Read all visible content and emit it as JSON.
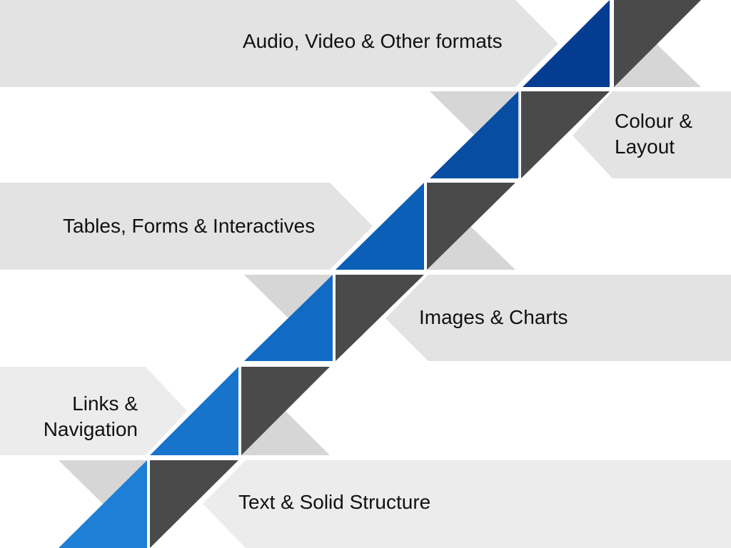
{
  "labels": {
    "audio_video": "Audio, Video & Other formats",
    "colour_layout": [
      "Colour &",
      "Layout"
    ],
    "tables_forms": "Tables, Forms & Interactives",
    "images_charts": "Images & Charts",
    "links_navigation": [
      "Links &",
      "Navigation"
    ],
    "text_structure": "Text & Solid Structure"
  },
  "colors": {
    "band_light": "#e3e3e3",
    "band_lighter": "#ececec",
    "chevron": "#d6d6d6",
    "dark_triangle": "#4a4a4a",
    "blue_steps": [
      "#1e7fd6",
      "#1773cc",
      "#116ac4",
      "#0b5fb7",
      "#074ea3",
      "#033c90"
    ]
  }
}
